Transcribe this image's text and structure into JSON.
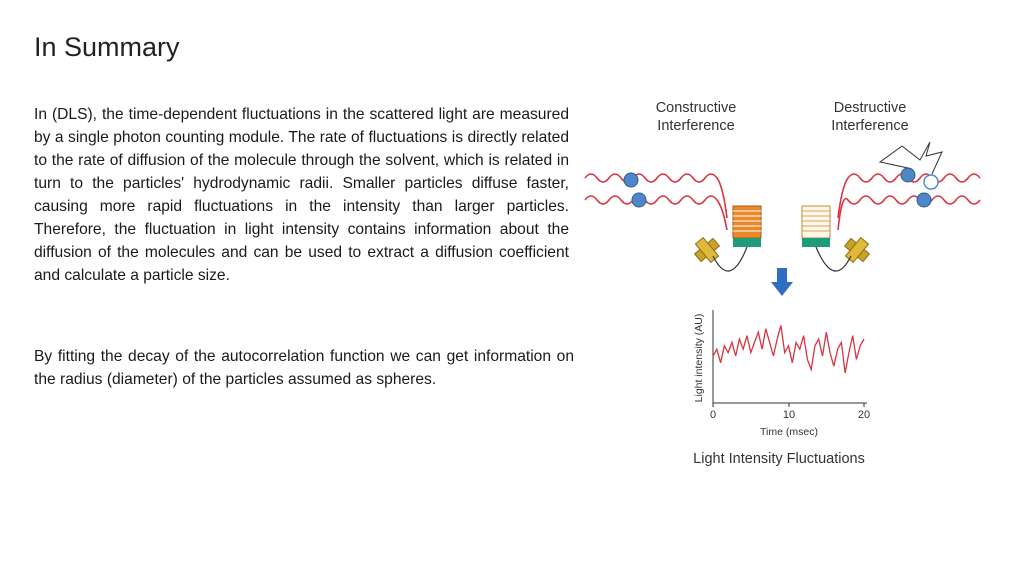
{
  "slide": {
    "title": "In Summary",
    "paragraphs": [
      "In (DLS), the time-dependent fluctuations in the scattered light are measured by a single photon counting module. The rate of fluctuations is directly related to the rate of diffusion of the molecule through the solvent, which is related in turn to the particles' hydrodynamic radii. Smaller particles diffuse faster, causing more rapid fluctuations in the intensity than larger particles. Therefore, the fluctuation in light intensity contains information about the diffusion of the molecules and can be used to extract a diffusion coefficient and calculate a particle size.",
      "By fitting the decay of the autocorrelation function we can get information on the radius (diameter) of the particles assumed as spheres."
    ]
  },
  "figure": {
    "constructive": [
      "Constructive",
      "Interference"
    ],
    "destructive": [
      "Destructive",
      "Interference"
    ],
    "ylabel": "Light intensity (AU)",
    "xlabel": "Time (msec)",
    "caption": "Light Intensity Fluctuations",
    "xticks": [
      "0",
      "10",
      "20"
    ],
    "colors": {
      "wave": "#d9343f",
      "particle": "#4f86c6",
      "detector": "#e8892b",
      "counter": "#1f9a7a",
      "mirror": "#c9a227",
      "arrow": "#2e6fc4"
    },
    "chart_data": {
      "type": "line",
      "xlabel": "Time (msec)",
      "ylabel": "Light intensity (AU)",
      "xlim": [
        0,
        20
      ],
      "x": [
        0,
        0.5,
        1,
        1.5,
        2,
        2.5,
        3,
        3.5,
        4,
        4.5,
        5,
        5.5,
        6,
        6.5,
        7,
        7.5,
        8,
        8.5,
        9,
        9.5,
        10,
        10.5,
        11,
        11.5,
        12,
        12.5,
        13,
        13.5,
        14,
        14.5,
        15,
        15.5,
        16,
        16.5,
        17,
        17.5,
        18,
        18.5,
        19,
        19.5,
        20
      ],
      "y": [
        0.5,
        0.6,
        0.4,
        0.65,
        0.55,
        0.7,
        0.5,
        0.75,
        0.6,
        0.8,
        0.55,
        0.7,
        0.85,
        0.6,
        0.9,
        0.7,
        0.5,
        0.75,
        0.95,
        0.55,
        0.65,
        0.4,
        0.7,
        0.6,
        0.8,
        0.45,
        0.3,
        0.65,
        0.75,
        0.5,
        0.85,
        0.55,
        0.35,
        0.6,
        0.7,
        0.25,
        0.55,
        0.8,
        0.45,
        0.65,
        0.75
      ]
    }
  }
}
